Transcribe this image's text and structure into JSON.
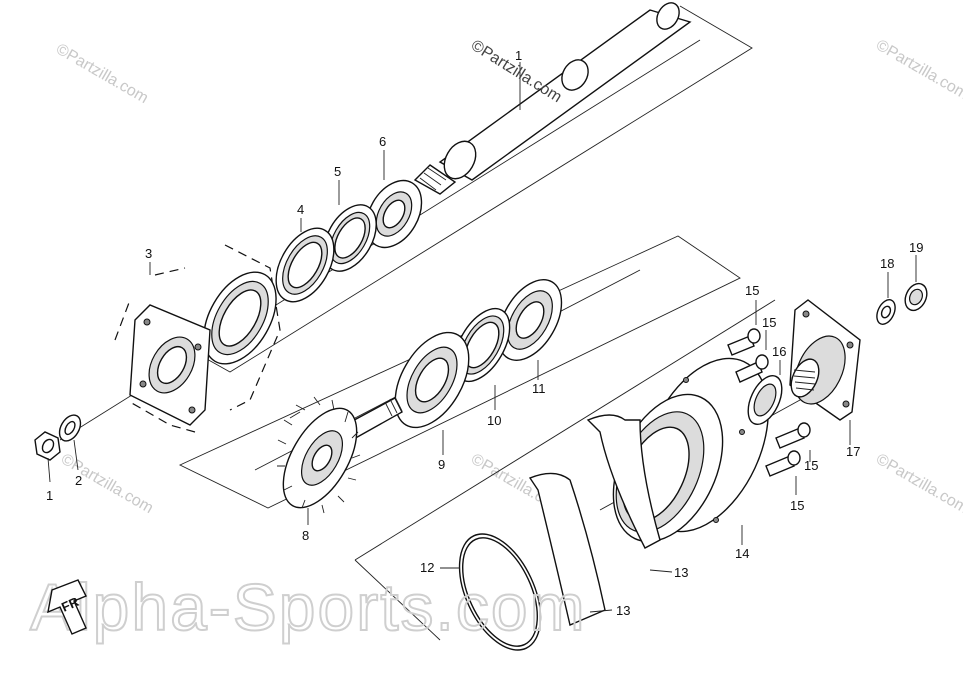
{
  "watermarks": {
    "center": "©Partzilla.com",
    "corner": "©Partzilla.com",
    "banner": "Alpha-Sports.com"
  },
  "direction_marker": "FR",
  "callouts": {
    "c1": "1",
    "c1b": "1",
    "c2": "2",
    "c3": "3",
    "c4": "4",
    "c5": "5",
    "c6": "6",
    "c8": "8",
    "c9": "9",
    "c10": "10",
    "c11": "11",
    "c12": "12",
    "c13a": "13",
    "c13b": "13",
    "c14": "14",
    "c15a": "15",
    "c15b": "15",
    "c15c": "15",
    "c15d": "15",
    "c16": "16",
    "c17": "17",
    "c18": "18",
    "c19": "19"
  }
}
